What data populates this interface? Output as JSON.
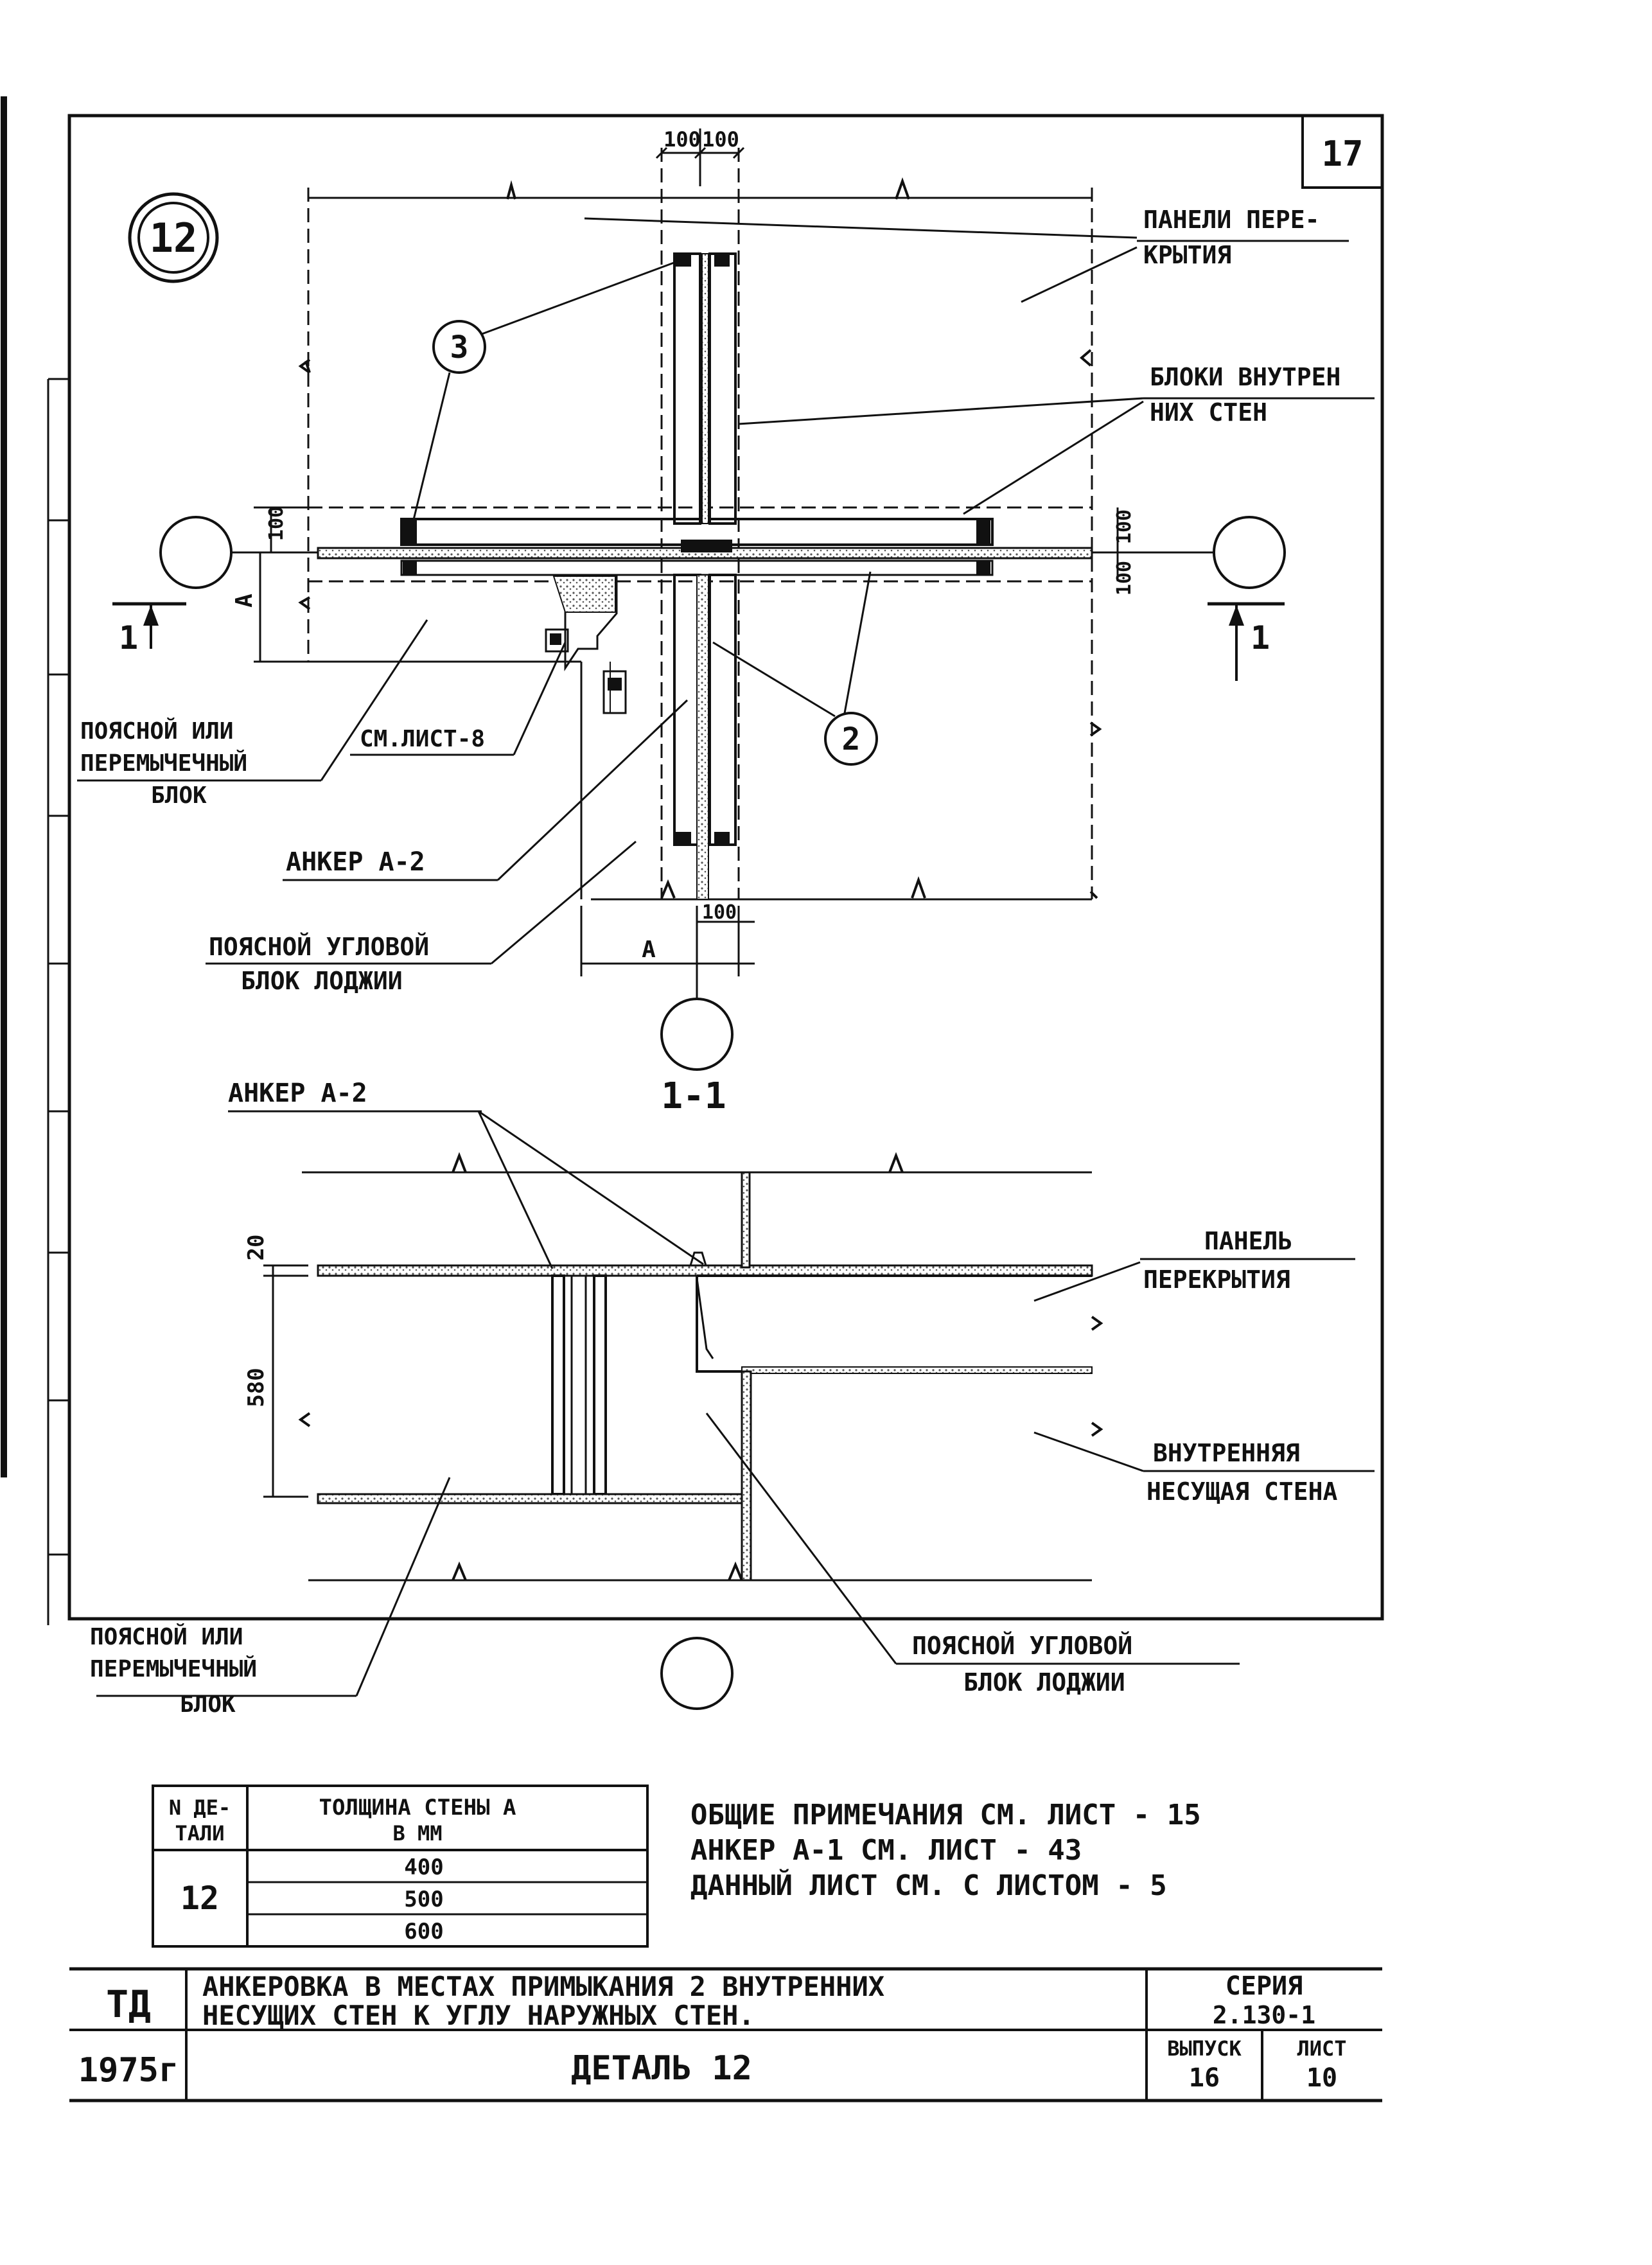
{
  "sheet_number": "17",
  "detail_mark": "12",
  "plan": {
    "dim_top_1": "100",
    "dim_top_2": "100",
    "dim_left": "100",
    "dim_right_1": "100",
    "dim_right_2": "100",
    "dim_bottom": "100",
    "dim_A_left": "А",
    "dim_A_bottom": "А",
    "section_left": "1",
    "section_right": "1",
    "callout_3": "3",
    "callout_2": "2",
    "label_panels_1": "ПАНЕЛИ ПЕРЕ-",
    "label_panels_2": "КРЫТИЯ",
    "label_blocks_1": "БЛОКИ ВНУТРЕН",
    "label_blocks_2": "НИХ СТЕН",
    "label_belt_1": "ПОЯСНОЙ ИЛИ",
    "label_belt_2": "ПЕРЕМЫЧЕЧНЫЙ",
    "label_belt_3": "БЛОК",
    "label_see_sheet": "СМ.ЛИСТ-8",
    "label_anchor": "АНКЕР А-2",
    "label_corner_1": "ПОЯСНОЙ УГЛОВОЙ",
    "label_corner_2": "БЛОК ЛОДЖИИ",
    "section_title": "1-1"
  },
  "section": {
    "label_anchor": "АНКЕР А-2",
    "dim_20": "20",
    "dim_580": "580",
    "label_panel_1": "ПАНЕЛЬ",
    "label_panel_2": "ПЕРЕКРЫТИЯ",
    "label_wall_1": "ВНУТРЕННЯЯ",
    "label_wall_2": "НЕСУЩАЯ СТЕНА",
    "label_belt_1": "ПОЯСНОЙ ИЛИ",
    "label_belt_2": "ПЕРЕМЫЧЕЧНЫЙ",
    "label_belt_3": "БЛОК",
    "label_corner_1": "ПОЯСНОЙ УГЛОВОЙ",
    "label_corner_2": "БЛОК ЛОДЖИИ"
  },
  "table": {
    "header_col1_line1": "N ДЕ-",
    "header_col1_line2": "ТАЛИ",
    "header_col2_line1": "ТОЛЩИНА СТЕНЫ А",
    "header_col2_line2": "В ММ",
    "detail": "12",
    "thicknesses": [
      "400",
      "500",
      "600"
    ]
  },
  "notes": [
    "ОБЩИЕ ПРИМЕЧАНИЯ СМ. ЛИСТ - 15",
    "АНКЕР А-1 СМ. ЛИСТ - 43",
    "ДАННЫЙ ЛИСТ СМ. С ЛИСТОМ - 5"
  ],
  "title_block": {
    "code": "ТД",
    "year": "1975г",
    "title_line1": "АНКЕРОВКА В МЕСТАХ ПРИМЫКАНИЯ 2 ВНУТРЕННИХ",
    "title_line2": "НЕСУЩИХ СТЕН К УГЛУ НАРУЖНЫХ СТЕН.",
    "detail_title": "ДЕТАЛЬ 12",
    "series_label": "СЕРИЯ",
    "series_value": "2.130-1",
    "issue_label": "ВЫПУСК",
    "issue_value": "16",
    "sheet_label": "ЛИСТ",
    "sheet_value": "10"
  },
  "colors": {
    "ink": "#111111",
    "paper": "#ffffff",
    "hatch": "#555555"
  }
}
